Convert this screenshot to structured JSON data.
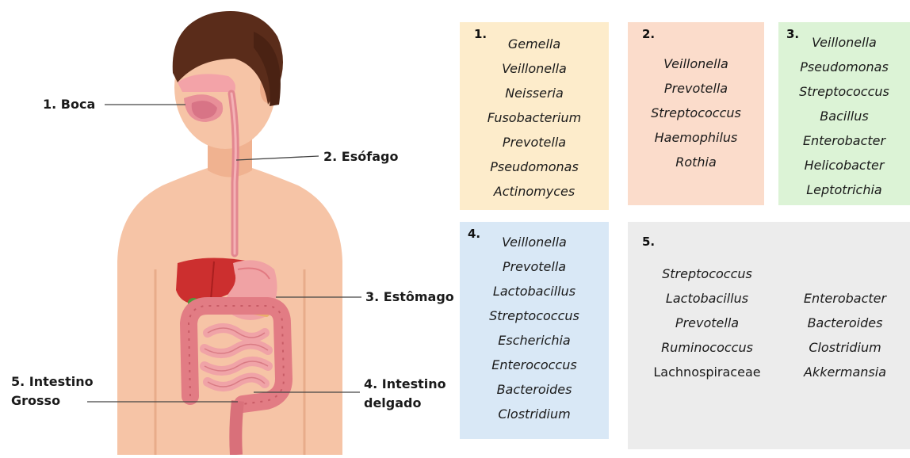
{
  "figure": {
    "organ_labels": [
      {
        "id": "boca",
        "text": "1. Boca"
      },
      {
        "id": "esofago",
        "text": "2. Esófago"
      },
      {
        "id": "estomago",
        "text": "3. Estômago"
      },
      {
        "id": "delgado",
        "text": "4. Intestino delgado"
      },
      {
        "id": "grosso",
        "text": "5. Intestino Grosso"
      }
    ]
  },
  "boxes": [
    {
      "number": "1.",
      "color": "#fdeccb",
      "bacteria": [
        "Gemella",
        "Veillonella",
        "Neisseria",
        "Fusobacterium",
        "Prevotella",
        "Pseudomonas",
        "Actinomyces"
      ]
    },
    {
      "number": "2.",
      "color": "#fbdccb",
      "bacteria": [
        "Veillonella",
        "Prevotella",
        "Streptococcus",
        "Haemophilus",
        "Rothia"
      ]
    },
    {
      "number": "3.",
      "color": "#dcf3d6",
      "bacteria": [
        "Veillonella",
        "Pseudomonas",
        "Streptococcus",
        "Bacillus",
        "Enterobacter",
        "Helicobacter",
        "Leptotrichia"
      ]
    },
    {
      "number": "4.",
      "color": "#d9e8f6",
      "bacteria": [
        "Veillonella",
        "Prevotella",
        "Lactobacillus",
        "Streptococcus",
        "Escherichia",
        "Enterococcus",
        "Bacteroides",
        "Clostridium"
      ]
    },
    {
      "number": "5.",
      "color": "#ececec",
      "bacteria_left": [
        "Streptococcus",
        "Lactobacillus",
        "Prevotella",
        "Ruminococcus",
        "Lachnospiraceae"
      ],
      "bacteria_right": [
        "Enterobacter",
        "Bacteroides",
        "Clostridium",
        "Akkermansia"
      ]
    }
  ]
}
